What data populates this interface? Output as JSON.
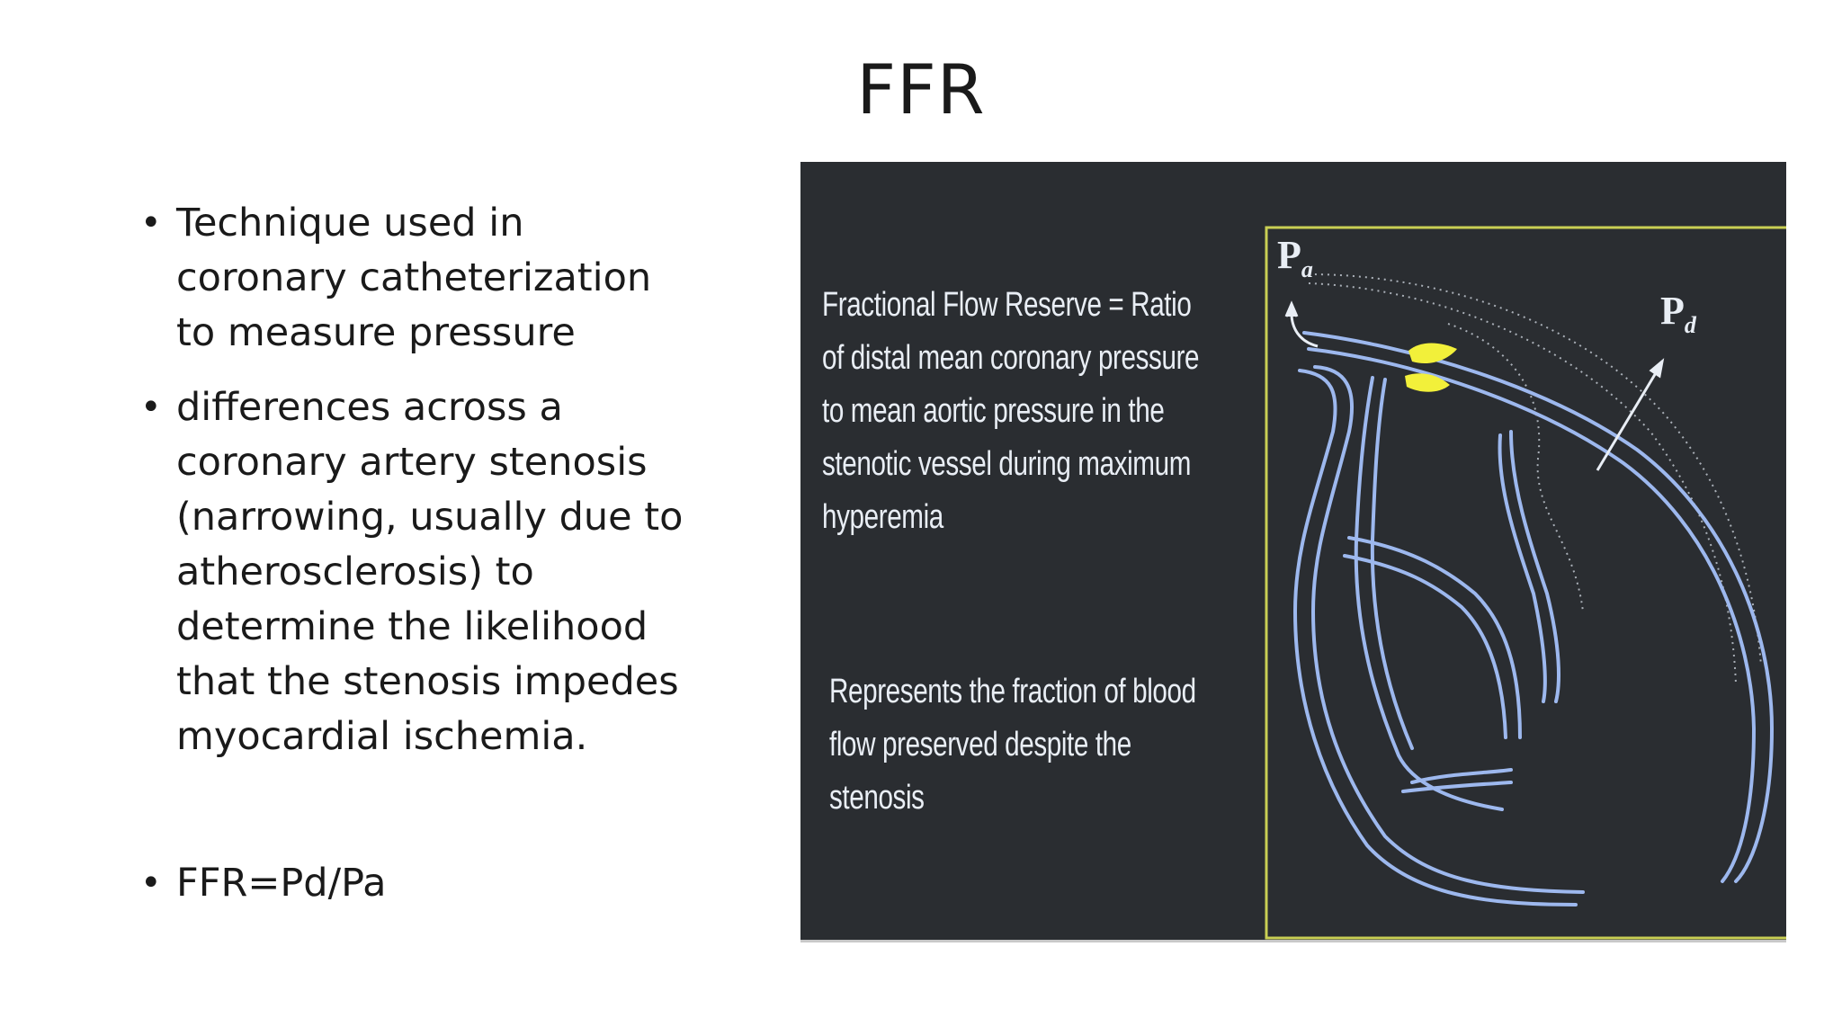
{
  "slide": {
    "title": "FFR"
  },
  "bullets": [
    {
      "lines": [
        "Technique used in",
        "coronary catheterization",
        "to measure pressure"
      ]
    },
    {
      "lines": [
        "differences across a",
        "coronary artery stenosis",
        "(narrowing, usually due to",
        "atherosclerosis) to",
        "determine the likelihood",
        "that the stenosis impedes",
        "myocardial ischemia."
      ]
    },
    {
      "lines": [
        "FFR=Pd/Pa"
      ]
    }
  ],
  "figure": {
    "definition_lines": [
      "Fractional Flow Reserve = Ratio",
      "of distal mean coronary pressure",
      "to mean aortic pressure in the",
      "stenotic vessel during maximum",
      "hyperemia"
    ],
    "represents_lines": [
      "Represents the fraction of blood",
      "flow preserved despite the",
      "stenosis"
    ],
    "pa_label": {
      "main": "P",
      "sub": "a"
    },
    "pd_label": {
      "main": "P",
      "sub": "d"
    },
    "colors": {
      "background": "#2a2d31",
      "vessel": "#9db8ee",
      "stenosis": "#f2f03a",
      "frame": "#c9cf54",
      "text": "#e9eef5"
    }
  }
}
